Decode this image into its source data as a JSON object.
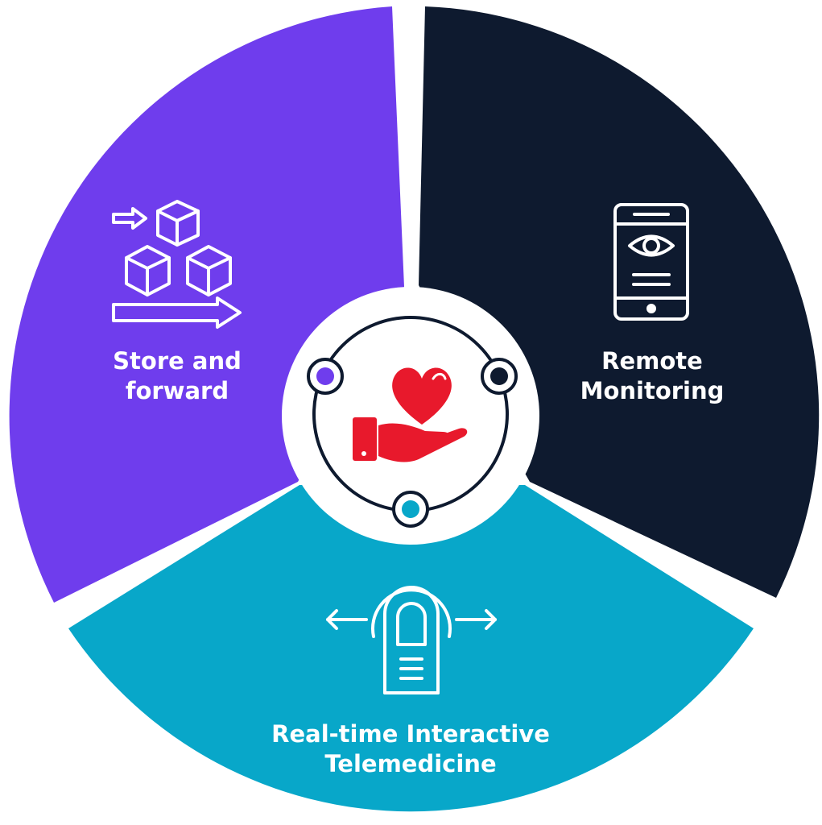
{
  "segments": [
    {
      "id": "store-forward",
      "lines": [
        "Store and",
        "forward"
      ],
      "color": "#6f3ded",
      "icon": "boxes-conveyor-icon"
    },
    {
      "id": "remote-monitoring",
      "lines": [
        "Remote",
        "Monitoring"
      ],
      "color": "#0e1a2f",
      "icon": "tablet-eye-icon"
    },
    {
      "id": "realtime-telemedicine",
      "lines": [
        "Real-time Interactive",
        "Telemedicine"
      ],
      "color": "#08a7c9",
      "icon": "finger-touch-swipe-icon"
    }
  ],
  "center": {
    "icon": "heart-in-hand-icon",
    "heart_color": "#e8192c",
    "ring_color": "#0e1a2f",
    "node_colors": [
      "#6f3ded",
      "#0e1a2f",
      "#08a7c9"
    ]
  }
}
